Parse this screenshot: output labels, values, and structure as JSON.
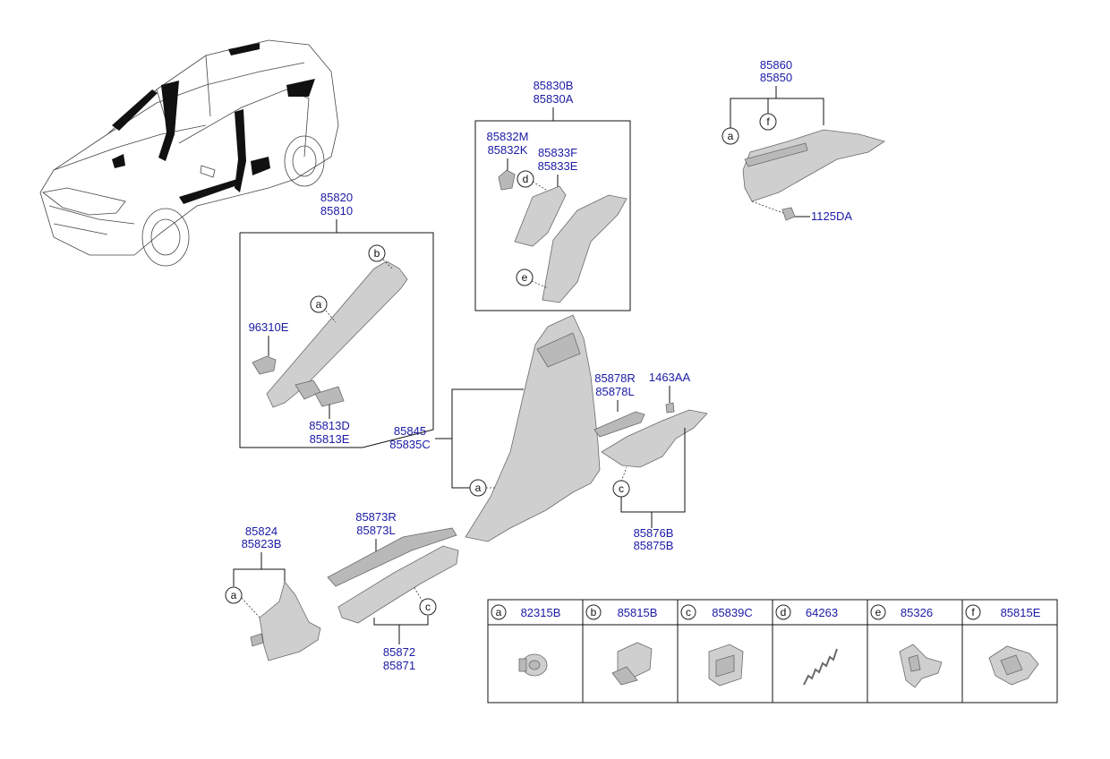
{
  "labels": {
    "g_85820": "85820",
    "g_85810": "85810",
    "p_96310E": "96310E",
    "p_85813D": "85813D",
    "p_85813E": "85813E",
    "g_85830B": "85830B",
    "g_85830A": "85830A",
    "p_85832M": "85832M",
    "p_85832K": "85832K",
    "p_85833F": "85833F",
    "p_85833E": "85833E",
    "g_85860": "85860",
    "g_85850": "85850",
    "p_1125DA": "1125DA",
    "p_85878R": "85878R",
    "p_85878L": "85878L",
    "p_1463AA": "1463AA",
    "g_85845": "85845",
    "g_85835C": "85835C",
    "g_85876B": "85876B",
    "g_85875B": "85875B",
    "g_85824": "85824",
    "g_85823B": "85823B",
    "p_85873R": "85873R",
    "p_85873L": "85873L",
    "g_85872": "85872",
    "g_85871": "85871"
  },
  "callouts": {
    "a": "a",
    "b": "b",
    "c": "c",
    "d": "d",
    "e": "e",
    "f": "f"
  },
  "legend": [
    {
      "letter": "a",
      "part": "82315B"
    },
    {
      "letter": "b",
      "part": "85815B"
    },
    {
      "letter": "c",
      "part": "85839C"
    },
    {
      "letter": "d",
      "part": "64263"
    },
    {
      "letter": "e",
      "part": "85326"
    },
    {
      "letter": "f",
      "part": "85815E"
    }
  ],
  "colors": {
    "part_number": "#1a1aa6",
    "line": "#111111",
    "part_fill": "#cfcfcf"
  }
}
